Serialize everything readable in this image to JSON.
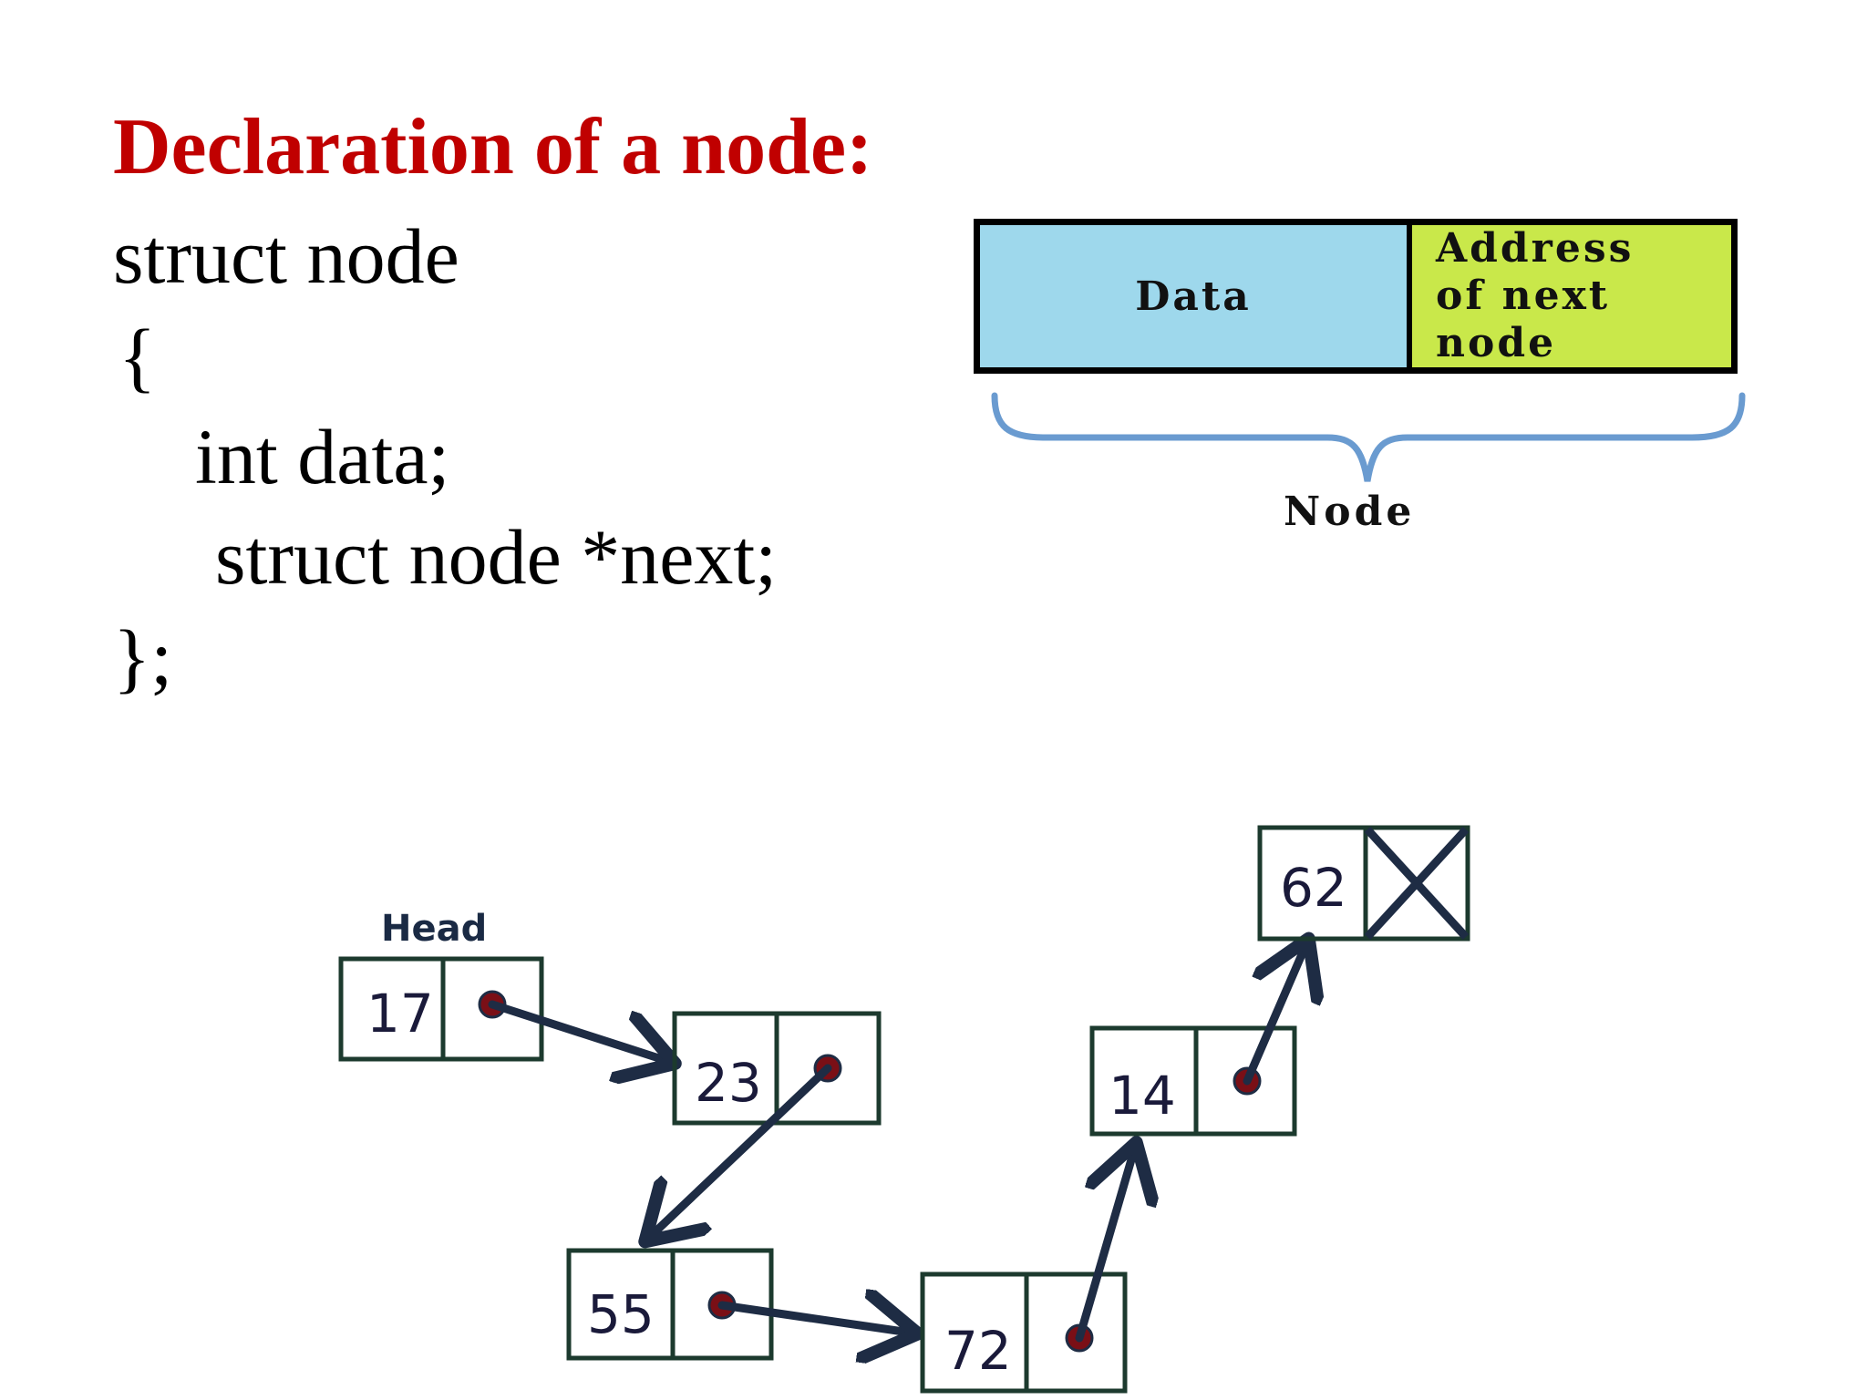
{
  "title": "Declaration of a node:",
  "code": {
    "line1": "struct node",
    "line2": "{",
    "line3": "int data;",
    "line4": "struct node *next;",
    "line5": "};"
  },
  "node_diagram": {
    "data_label": "Data",
    "address_label": "Address\nof next\nnode",
    "node_label": "Node",
    "data_color": "#9ed8ec",
    "address_color": "#c9e84a"
  },
  "linked_list": {
    "head_label": "Head",
    "nodes": [
      "17",
      "23",
      "55",
      "72",
      "14",
      "62"
    ],
    "box_color": "#1c3a2e",
    "arrow_color": "#1e2c44",
    "pointer_dot_color": "#7a0f16"
  }
}
